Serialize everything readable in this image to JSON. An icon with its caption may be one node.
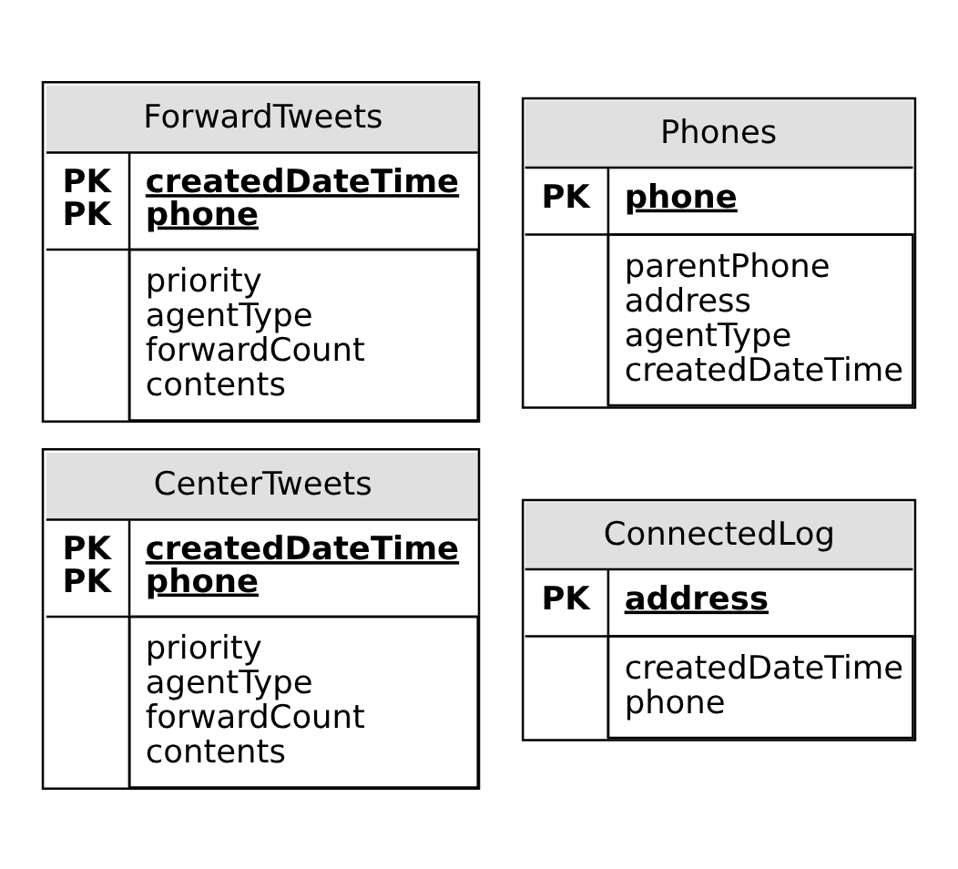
{
  "diagram": {
    "nodes": [
      {
        "text": [
          "Phones",
          "PK",
          "phone",
          "parentPhone address agentType createdDateTime"
        ]
      },
      {
        "text": [
          "ConnectedLog",
          "PK",
          "address",
          "createdDateTime phone"
        ]
      },
      {
        "text": [
          "ForwardTweets",
          "PK PK",
          "createdDateTime phone",
          "priority agentType forwardCount contents"
        ]
      },
      {
        "text": [
          "CenterTweets",
          "PK PK",
          "createdDateTime phone",
          "priority agentType forwardCount contents"
        ]
      }
    ],
    "edges": []
  }
}
